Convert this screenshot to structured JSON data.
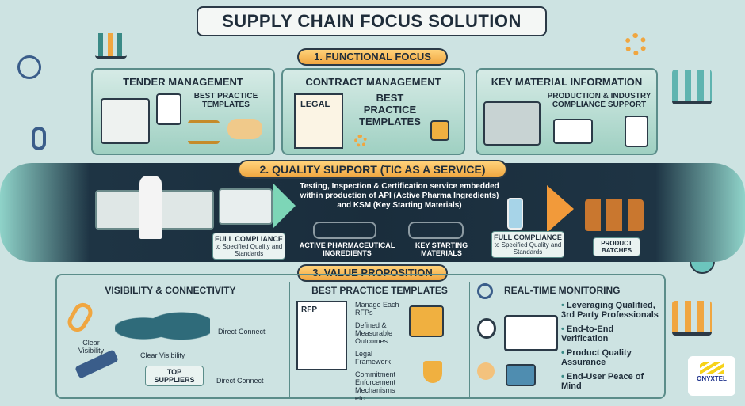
{
  "title": "SUPPLY CHAIN FOCUS SOLUTION",
  "section1": {
    "label": "1. FUNCTIONAL FOCUS",
    "panels": [
      {
        "title": "TENDER MANAGEMENT",
        "subtitle": "BEST PRACTICE TEMPLATES"
      },
      {
        "title": "CONTRACT MANAGEMENT",
        "subtitle": "BEST PRACTICE TEMPLATES",
        "doc_label": "LEGAL"
      },
      {
        "title": "KEY MATERIAL INFORMATION",
        "subtitle": "PRODUCTION & INDUSTRY COMPLIANCE SUPPORT"
      }
    ]
  },
  "section2": {
    "label": "2. QUALITY SUPPORT (TIC AS A SERVICE)",
    "description": "Testing, Inspection & Certification service embedded within production of API (Active Pharma Ingredients) and KSM (Key Starting Materials)",
    "compliance_left": "FULL COMPLIANCE",
    "compliance_left_sub": "to Specified Quality and Standards",
    "api_label": "ACTIVE PHARMACEUTICAL INGREDIENTS",
    "ksm_label": "KEY STARTING MATERIALS",
    "compliance_right": "FULL COMPLIANCE",
    "compliance_right_sub": "to Specified Quality and Standards",
    "batches": "PRODUCT BATCHES"
  },
  "section3": {
    "label": "3. VALUE PROPOSITION",
    "visibility": {
      "title": "VISIBILITY & CONNECTIVITY",
      "labels": [
        "Clear Visibility",
        "Direct Connect",
        "Clear Visibility",
        "Direct Connect"
      ],
      "badge": "TOP SUPPLIERS"
    },
    "templates": {
      "title": "BEST PRACTICE TEMPLATES",
      "doc_label": "RFP",
      "items": [
        "Manage Each RFPs",
        "Defined & Measurable Outcomes",
        "Legal Framework",
        "Commitment Enforcement Mechanisms etc."
      ]
    },
    "monitoring": {
      "title": "REAL-TIME MONITORING",
      "items": [
        "Leveraging Qualified, 3rd Party Professionals",
        "End-to-End Verification",
        "Product Quality Assurance",
        "End-User Peace of Mind"
      ]
    }
  },
  "logo": {
    "name": "ONYXTEL"
  },
  "colors": {
    "background": "#cde3e2",
    "accent": "#f0a640",
    "band": "#1a2d3c"
  }
}
